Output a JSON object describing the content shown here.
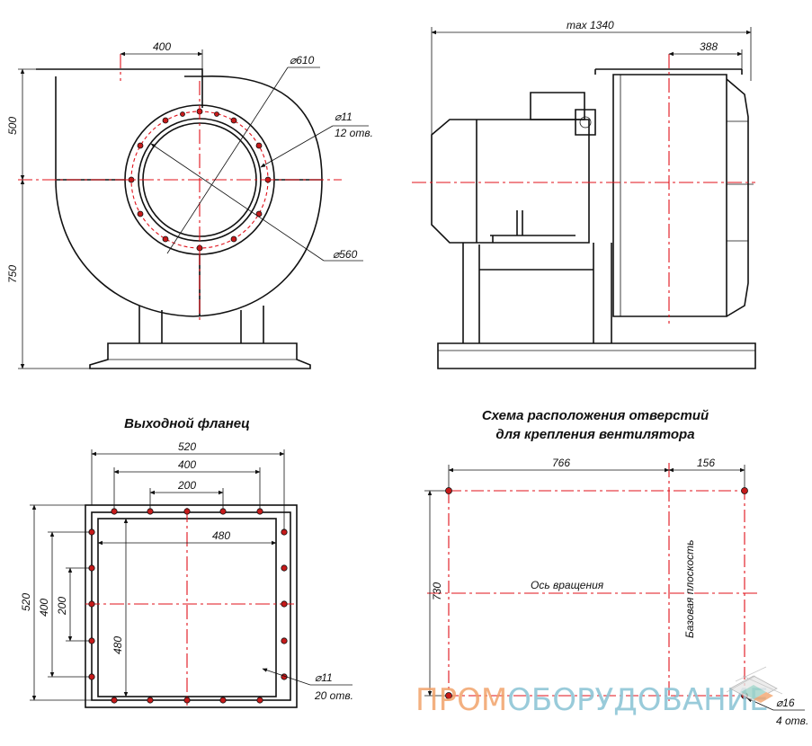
{
  "top_left": {
    "dim_width": "400",
    "dim_top": "500",
    "dim_bottom": "750",
    "dim_outer_dia": "⌀610",
    "dim_hole_dia": "⌀11",
    "dim_hole_count": "12 отв.",
    "dim_inner_dia": "⌀560"
  },
  "top_right": {
    "dim_total": "max 1340",
    "dim_offset": "388"
  },
  "flange": {
    "title": "Выходной фланец",
    "dim_outer_w": "520",
    "dim_mid_w": "400",
    "dim_small_w": "200",
    "dim_inner_w": "480",
    "dim_outer_h": "520",
    "dim_mid_h": "400",
    "dim_small_h": "200",
    "dim_inner_h": "480",
    "dim_hole_dia": "⌀11",
    "dim_hole_count": "20 отв."
  },
  "mounting": {
    "title_line1": "Схема расположения отверстий",
    "title_line2": "для крепления вентилятора",
    "dim_long": "766",
    "dim_short": "156",
    "dim_height": "730",
    "axis_label": "Ось вращения",
    "base_label": "Базовая плоскость",
    "dim_hole_dia": "⌀16",
    "dim_hole_count": "4 отв."
  },
  "watermark": {
    "part1": "ПРОМ",
    "part2": "ОБОРУДОВАНИЕ"
  }
}
